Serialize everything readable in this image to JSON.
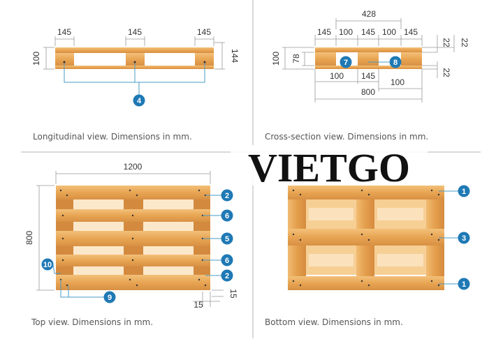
{
  "watermark": "VIETGO",
  "colors": {
    "wood": "#e8a553",
    "wood_dark": "#cf8a3c",
    "badge": "#1f79b5",
    "line": "#9a9a9a",
    "divider": "#b5b5b5"
  },
  "longitudinal": {
    "caption": "Longitudinal view. Dimensions in mm.",
    "dims": {
      "block1": "145",
      "block2": "145",
      "block3": "145",
      "height": "100",
      "total_height": "144"
    },
    "badge": "4"
  },
  "cross_section": {
    "caption": "Cross-section view. Dimensions in mm.",
    "dims": {
      "top": "428",
      "t145a": "145",
      "t100a": "100",
      "t145b": "145",
      "t100b": "100",
      "t145c": "145",
      "r22a": "22",
      "r22b": "22",
      "r22c": "22",
      "left100": "100",
      "left78": "78",
      "b100": "100",
      "b145": "145",
      "b100r": "100",
      "b800": "800"
    },
    "badge_left": "7",
    "badge_right": "8"
  },
  "top_view": {
    "caption": "Top view. Dimensions in mm.",
    "dims": {
      "width": "1200",
      "height": "800",
      "b15h": "15",
      "b15v": "15"
    },
    "badges": [
      "2",
      "6",
      "5",
      "6",
      "2"
    ],
    "badge_left": "10",
    "badge_bottom": "9"
  },
  "bottom_view": {
    "caption": "Bottom view. Dimensions in mm.",
    "badges": [
      "1",
      "3",
      "1"
    ]
  }
}
